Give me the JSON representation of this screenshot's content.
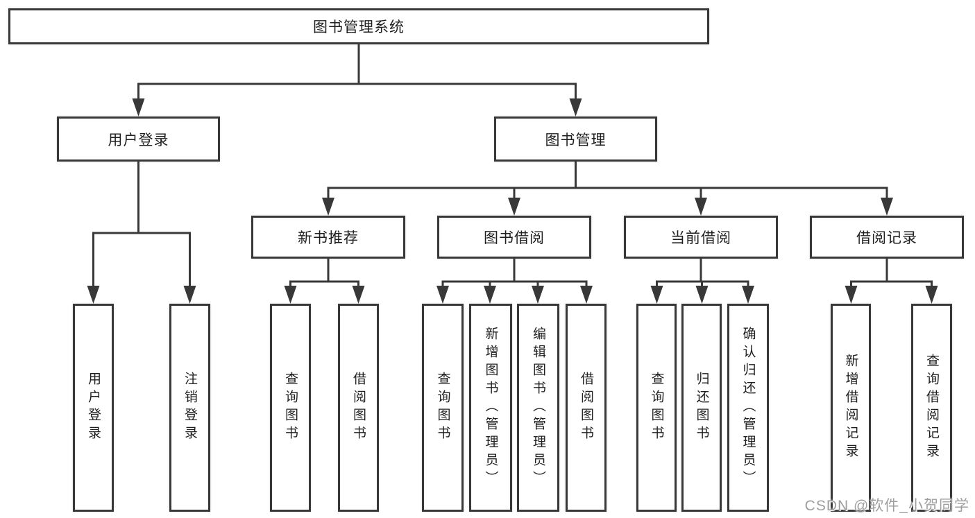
{
  "colors": {
    "line": "#383838",
    "box_border": "#383838",
    "text": "#1f1f1f",
    "watermark_text": "#9e9e9e",
    "background": "#ffffff"
  },
  "tree": {
    "root": {
      "label": "图书管理系统"
    },
    "branches": [
      {
        "label": "用户登录",
        "children": [
          {
            "label": "用户登录"
          },
          {
            "label": "注销登录"
          }
        ]
      },
      {
        "label": "图书管理",
        "children": [
          {
            "label": "新书推荐",
            "children": [
              {
                "label": "查询图书"
              },
              {
                "label": "借阅图书"
              }
            ]
          },
          {
            "label": "图书借阅",
            "children": [
              {
                "label": "查询图书"
              },
              {
                "label": "新增图书（管理员）"
              },
              {
                "label": "编辑图书（管理员）"
              },
              {
                "label": "借阅图书"
              }
            ]
          },
          {
            "label": "当前借阅",
            "children": [
              {
                "label": "查询图书"
              },
              {
                "label": "归还图书"
              },
              {
                "label": "确认归还（管理员）"
              }
            ]
          },
          {
            "label": "借阅记录",
            "children": [
              {
                "label": "新增借阅记录"
              },
              {
                "label": "查询借阅记录"
              }
            ]
          }
        ]
      }
    ]
  },
  "watermark": {
    "text": "CSDN @软件_小贺同学"
  }
}
